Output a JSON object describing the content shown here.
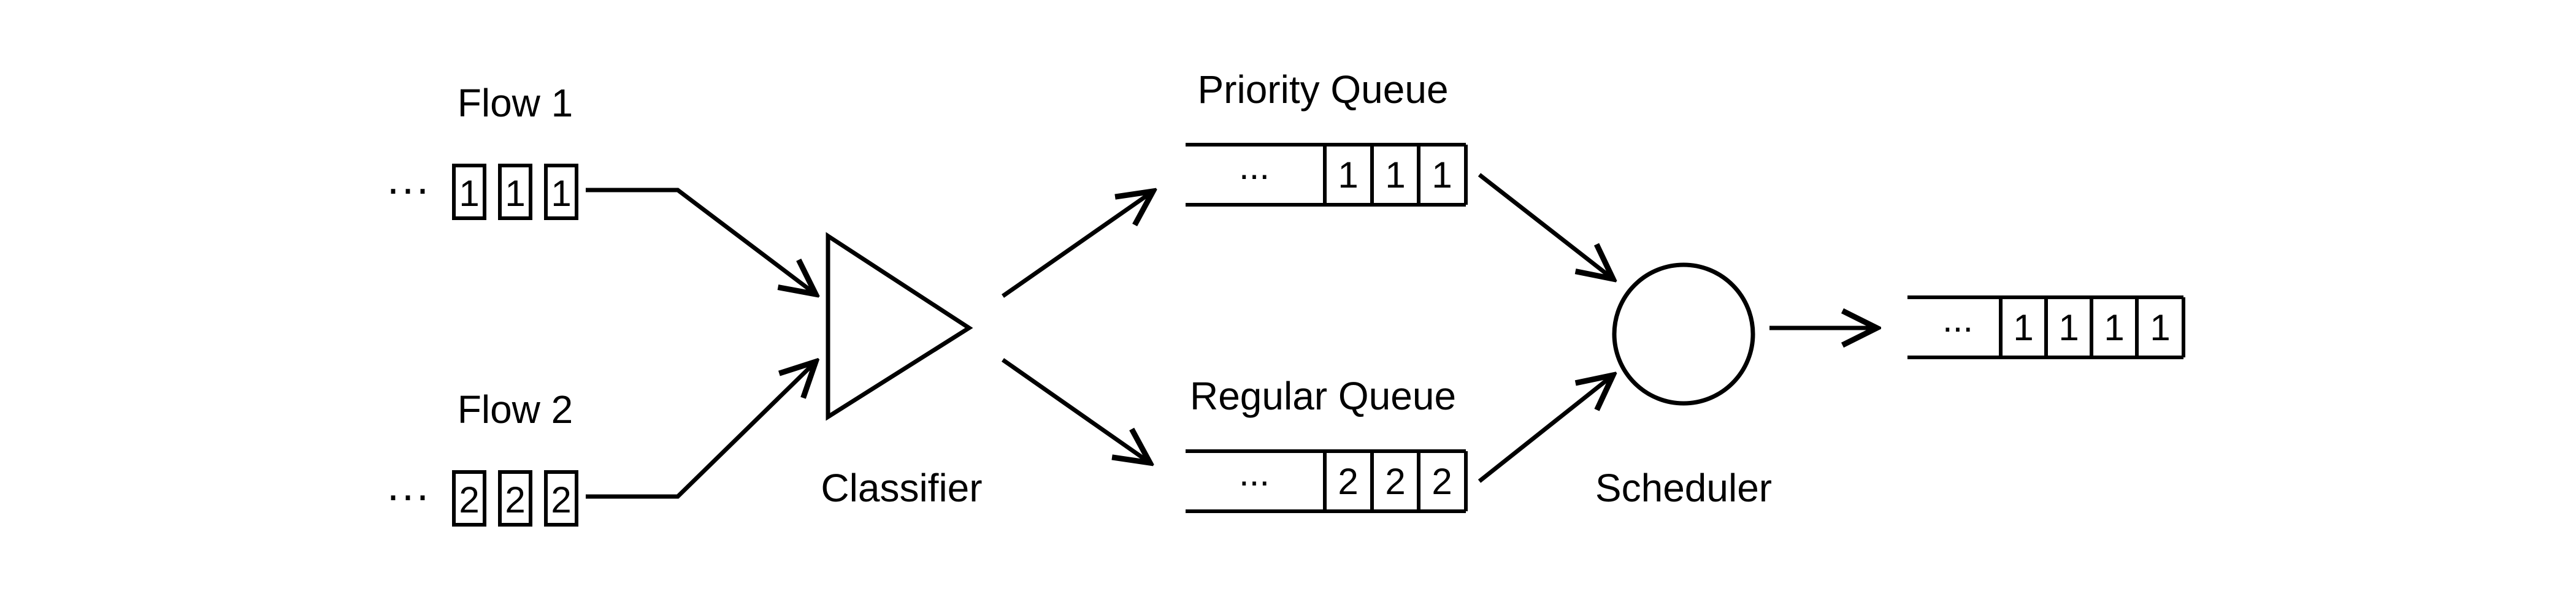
{
  "flows": [
    {
      "label": "Flow 1",
      "ellipsis": "···",
      "packets": [
        "1",
        "1",
        "1"
      ]
    },
    {
      "label": "Flow 2",
      "ellipsis": "···",
      "packets": [
        "2",
        "2",
        "2"
      ]
    }
  ],
  "classifier": {
    "label": "Classifier"
  },
  "queues": [
    {
      "label": "Priority Queue",
      "ellipsis": "...",
      "packets": [
        "1",
        "1",
        "1"
      ]
    },
    {
      "label": "Regular Queue",
      "ellipsis": "...",
      "packets": [
        "2",
        "2",
        "2"
      ]
    }
  ],
  "scheduler": {
    "label": "Scheduler"
  },
  "output": {
    "ellipsis": "...",
    "packets": [
      "1",
      "1",
      "1",
      "1"
    ]
  }
}
